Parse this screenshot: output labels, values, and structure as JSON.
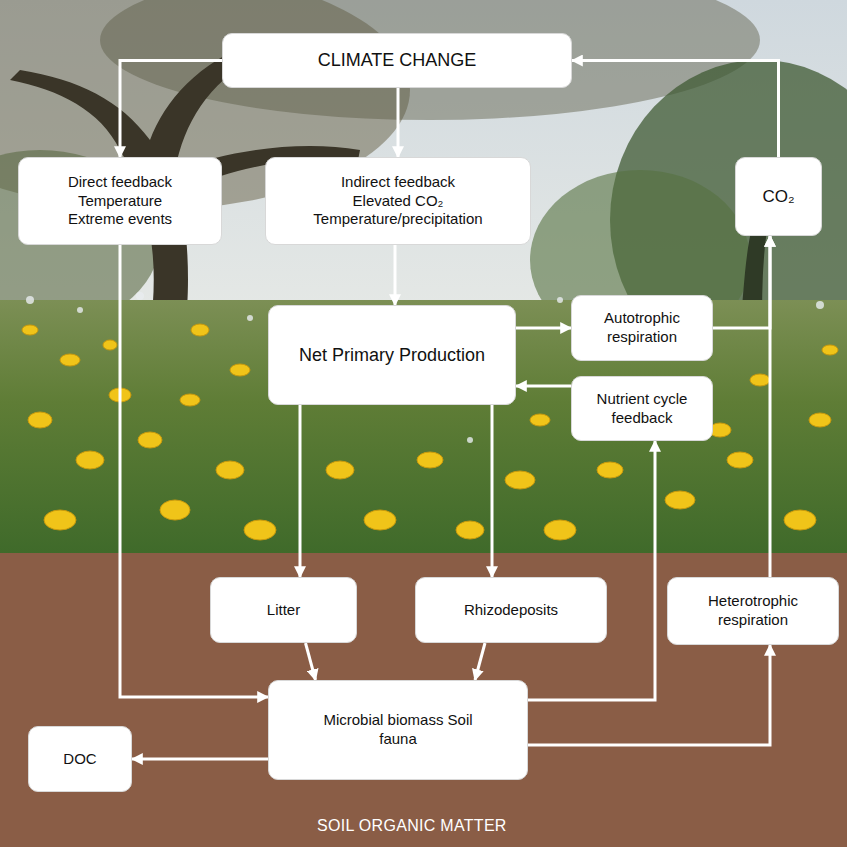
{
  "diagram": {
    "nodes": [
      {
        "text": [
          "CLIMATE CHANGE"
        ]
      },
      {
        "text": [
          "Direct feedback",
          "Temperature Extreme events"
        ]
      },
      {
        "text": [
          "Indirect feedback",
          "Elevated CO₂ Temperature/precipitation"
        ]
      },
      {
        "text": [
          "CO₂"
        ]
      },
      {
        "text": [
          "Net Primary Production"
        ]
      },
      {
        "text": [
          "Autotrophic respiration"
        ]
      },
      {
        "text": [
          "Nutrient cycle feedback"
        ]
      },
      {
        "text": [
          "Litter"
        ]
      },
      {
        "text": [
          "Rhizodeposits"
        ]
      },
      {
        "text": [
          "Heterotrophic respiration"
        ]
      },
      {
        "text": [
          "Microbial biomass Soil fauna"
        ]
      },
      {
        "text": [
          "DOC"
        ]
      }
    ],
    "edges": [
      {
        "from": 0,
        "to": 1,
        "arrow": "to"
      },
      {
        "from": 0,
        "to": 2,
        "arrow": "to"
      },
      {
        "from": 2,
        "to": 4,
        "arrow": "to"
      },
      {
        "from": 4,
        "to": 5,
        "arrow": "to"
      },
      {
        "from": 6,
        "to": 4,
        "arrow": "to"
      },
      {
        "from": 5,
        "to": 3,
        "arrow": "to"
      },
      {
        "from": 9,
        "to": 3,
        "arrow": "to"
      },
      {
        "from": 3,
        "to": 0,
        "arrow": "to"
      },
      {
        "from": 4,
        "to": 7,
        "arrow": "to"
      },
      {
        "from": 4,
        "to": 8,
        "arrow": "to"
      },
      {
        "from": 1,
        "to": 10,
        "arrow": "to"
      },
      {
        "from": 7,
        "to": 10,
        "arrow": "to"
      },
      {
        "from": 8,
        "to": 10,
        "arrow": "to"
      },
      {
        "from": 10,
        "to": 6,
        "arrow": "to"
      },
      {
        "from": 10,
        "to": 9,
        "arrow": "to"
      },
      {
        "from": 10,
        "to": 11,
        "arrow": "to"
      }
    ],
    "labels": [
      "SOIL ORGANIC MATTER"
    ]
  }
}
